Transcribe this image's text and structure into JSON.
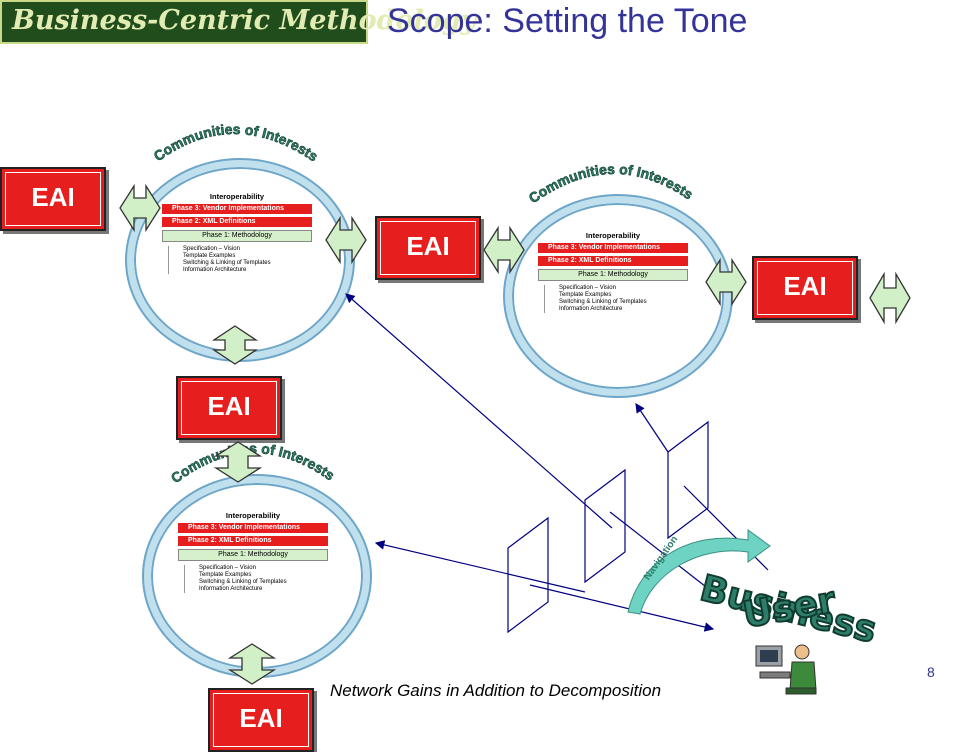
{
  "header": {
    "logo_text": "Business-Centric Methodology",
    "title": "Scope: Setting the Tone"
  },
  "card": {
    "title": "Interoperability",
    "phase3": "Phase 3: Vendor Implementations",
    "phase2": "Phase 2: XML Definitions",
    "phase1": "Phase 1: Methodology",
    "items": [
      "Specification – Vision",
      "Template Examples",
      "Switching & Linking of Templates",
      "Information Architecture"
    ]
  },
  "labels": {
    "community": "Communities of Interests",
    "eai": "EAI",
    "navigation": "Navigation",
    "business": "Business",
    "user": "User"
  },
  "footer": {
    "caption": "Network Gains in Addition to Decomposition",
    "page_number": "8"
  },
  "colors": {
    "title_blue": "#333399",
    "eai_red": "#e61e1e",
    "ring_blue": "#bfe0ec",
    "arrow_green": "#d2f0c8",
    "logo_green": "#214d1d"
  }
}
